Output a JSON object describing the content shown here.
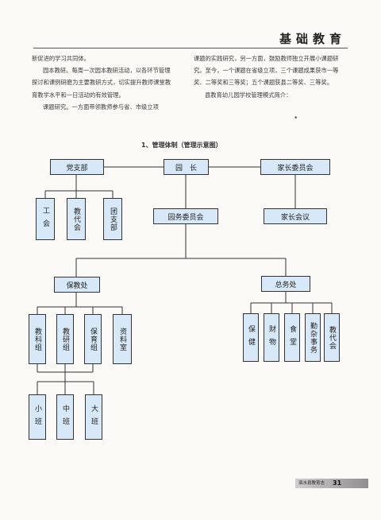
{
  "header": {
    "title": "基础教育"
  },
  "body": {
    "left_paragraphs": [
      "新促进的学习共同体。",
      "园本教研。每周一次园本教研活动，以各环节管理探讨和课例研磨为主要教研方式，切实提升教师课堂教育教学水平和一日活动的有效管理。",
      "课题研究。一方面带领教师参与省、市级立项"
    ],
    "right_paragraphs": [
      "课题的实践研究，另一方面，鼓励教师独立开展小课题研究。至今，一个课题在省级立项，三个课题成果获市一等奖、二等奖和三等奖；五个课题获县二等奖、三等奖。",
      "县教育幼儿园学校管理模式简介："
    ],
    "dot": "•"
  },
  "figure": {
    "caption": "1、管理体制（管理示意图）",
    "top": {
      "party": "党支部",
      "director": "园　长",
      "parents_committee": "家长委员会"
    },
    "party_children": [
      "工会",
      "教代会",
      "团支部"
    ],
    "affairs_committee": "园务委员会",
    "parents_meeting": "家长会议",
    "care_office": "保教处",
    "general_office": "总务处",
    "care_children": [
      "教科组",
      "教研组",
      "保育组",
      "资料室"
    ],
    "classes": [
      "小班",
      "中班",
      "大班"
    ],
    "general_children": [
      "保健",
      "财物",
      "食堂",
      "勤杂事务",
      "教代会"
    ]
  },
  "footer": {
    "journal": "泗水县教育志",
    "page": "31"
  }
}
